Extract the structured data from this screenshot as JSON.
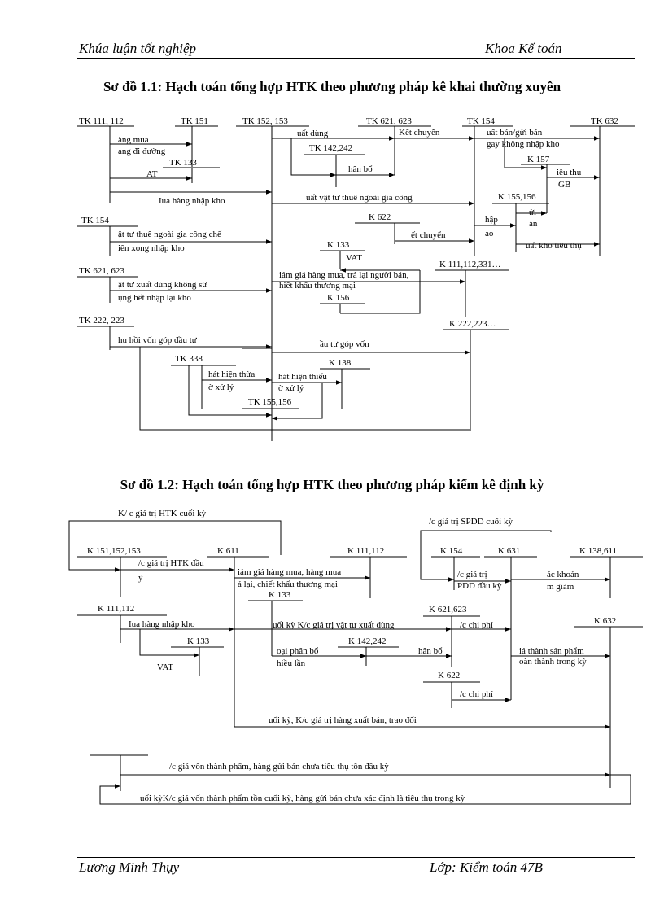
{
  "header": {
    "left": "Khúa luận tốt nghiệp",
    "right": "Khoa Kế toán"
  },
  "footer": {
    "left": "Lương Minh Thụy",
    "right": "Lớp: Kiểm toán 47B"
  },
  "diagram1": {
    "title": "Sơ đồ 1.1: Hạch toán tổng hợp HTK theo phương pháp kê khai thường xuyên",
    "accounts": {
      "tk111": "TK 111, 112",
      "tk151": "TK 151",
      "tk152": "TK 152, 153",
      "tk621": "TK 621, 623",
      "tk154": "TK 154",
      "tk632": "TK 632",
      "tk133a": "TK 133",
      "tk142": "TK 142,242",
      "tk157": "K 157",
      "tk155": "K 155,156",
      "tk154b": "TK 154",
      "tk622": "K 622",
      "tk133b": "K 133",
      "tk621b": "TK 621, 623",
      "tk111b": "K 111,112,331…",
      "tk156": "K 156",
      "tk222": "TK 222, 223",
      "tk222b": "K 222,223…",
      "tk338": "TK 338",
      "tk138": "K 138",
      "tk155b": "TK 155,156"
    },
    "labels": {
      "l1": "àng mua",
      "l2": "ang đi đường",
      "l3": "AT",
      "l4": "Iua hàng nhập kho",
      "l5": "uất dùng",
      "l6": "Kết chuyển",
      "l7": "uất bán/gửi bán",
      "l8": "gay không nhập kho",
      "l9": "hân bổ",
      "l10": "iêu thụ",
      "l11": "GB",
      "l12": "uất vật tư thuê ngoài gia công",
      "l13": "ửi",
      "l14": "án",
      "l15": "hập",
      "l16": "ao",
      "l17": "ật tư thuê ngoài gia công chế",
      "l18": "iên xong nhập kho",
      "l19": "ết chuyển",
      "l20": "uất kho tiêu thụ",
      "l21": "VAT",
      "l22": "iảm giá hàng mua, trả lại người bán,",
      "l23": "hiết khấu thương mại",
      "l24": "ật tư xuất dùng không sử",
      "l25": "ụng hết nhập lại kho",
      "l26": "hu hồi vốn góp đầu tư",
      "l27": "ầu tư góp vốn",
      "l28": "hát hiện thừa",
      "l29": "ờ xử lý",
      "l30": "hát hiện thiếu",
      "l31": "ờ xử lý"
    }
  },
  "diagram2": {
    "title": "Sơ đồ 1.2: Hạch toán tổng hợp HTK theo phương pháp kiểm kê định kỳ",
    "accounts": {
      "tk151": "K 151,152,153",
      "tk611": "K 611",
      "tk111": "K 111,112",
      "tk154": "K 154",
      "tk631": "K 631",
      "tk138": "K 138,611",
      "tk111b": "K 111,112",
      "tk133a": "K 133",
      "tk621": "K 621,623",
      "tk632": "K 632",
      "tk133b": "K 133",
      "tk142": "K 142,242",
      "tk622": "K 622"
    },
    "labels": {
      "m1": "K/ c giá trị HTK cuối kỳ",
      "m2": "/c giá trị SPDD cuối kỳ",
      "m3": "/c giá trị HTK đầu",
      "m4": "ỳ",
      "m5": "iảm giá hàng mua, hàng mua",
      "m6": "ả lại, chiết khấu thương mại",
      "m7": "/c giá trị",
      "m8": "PDD đầu kỳ",
      "m9": "ác khoản",
      "m10": "m giảm",
      "m11": "Iua hàng nhập kho",
      "m12": "uối kỳ K/c giá trị vật tư xuất dùng",
      "m13": "/c chi phí",
      "m14": "VAT",
      "m15": "oại phân bổ",
      "m16": "hiều lần",
      "m17": "hân bổ",
      "m18": "iá thành sản phẩm",
      "m19": "oàn thành trong kỳ",
      "m20": "/c chi phí",
      "m21": "uối kỳ, K/c giá trị hàng xuất bán, trao đổi",
      "m22": "/c giá vốn thành phẩm, hàng gửi bán chưa tiêu thụ tồn đầu kỳ",
      "m23": "uối kỳK/c giá vốn thành phẩm tồn cuối kỳ, hàng gửi bán chưa xác định là tiêu thụ trong kỳ"
    }
  }
}
